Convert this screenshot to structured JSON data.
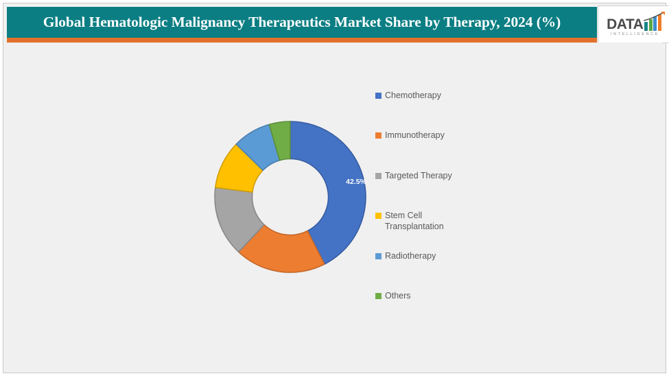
{
  "header": {
    "title": "Global Hematologic Malignancy Therapeutics Market Share by Therapy, 2024 (%)",
    "bar_color": "#0a7e83",
    "underline_color": "#e2702b"
  },
  "logo": {
    "word": "DATA",
    "subtitle": "INTELLIGENCE",
    "bar_colors": [
      "#18858b",
      "#57a845",
      "#3e8ccc",
      "#ef7d26"
    ],
    "word_color": "#4a4a4a"
  },
  "chart_data": {
    "type": "pie",
    "variant": "donut",
    "title": "Global Hematologic Malignancy Therapeutics Market Share by Therapy, 2024 (%)",
    "unit": "%",
    "background": "#f0f0f0",
    "legend_position": "right",
    "start_angle_deg": 0,
    "categories": [
      "Chemotherapy",
      "Immunotherapy",
      "Targeted Therapy",
      "Stem Cell Transplantation",
      "Radiotherapy",
      "Others"
    ],
    "values": [
      42.5,
      19.5,
      15.0,
      10.3,
      8.2,
      4.5
    ],
    "colors": [
      "#4472c4",
      "#ed7d31",
      "#a5a5a5",
      "#ffc000",
      "#5b9bd5",
      "#70ad47"
    ],
    "data_labels": [
      {
        "category": "Chemotherapy",
        "text": "42.5%",
        "shown": true
      },
      {
        "category": "Immunotherapy",
        "text": "",
        "shown": false
      },
      {
        "category": "Targeted Therapy",
        "text": "",
        "shown": false
      },
      {
        "category": "Stem Cell Transplantation",
        "text": "",
        "shown": false
      },
      {
        "category": "Radiotherapy",
        "text": "",
        "shown": false
      },
      {
        "category": "Others",
        "text": "",
        "shown": false
      }
    ]
  },
  "legend": {
    "items": [
      {
        "label": "Chemotherapy",
        "color": "#4472c4"
      },
      {
        "label": "Immunotherapy",
        "color": "#ed7d31"
      },
      {
        "label": "Targeted Therapy",
        "color": "#a5a5a5"
      },
      {
        "label": "Stem Cell\nTransplantation",
        "color": "#ffc000"
      },
      {
        "label": "Radiotherapy",
        "color": "#5b9bd5"
      },
      {
        "label": "Others",
        "color": "#70ad47"
      }
    ]
  }
}
